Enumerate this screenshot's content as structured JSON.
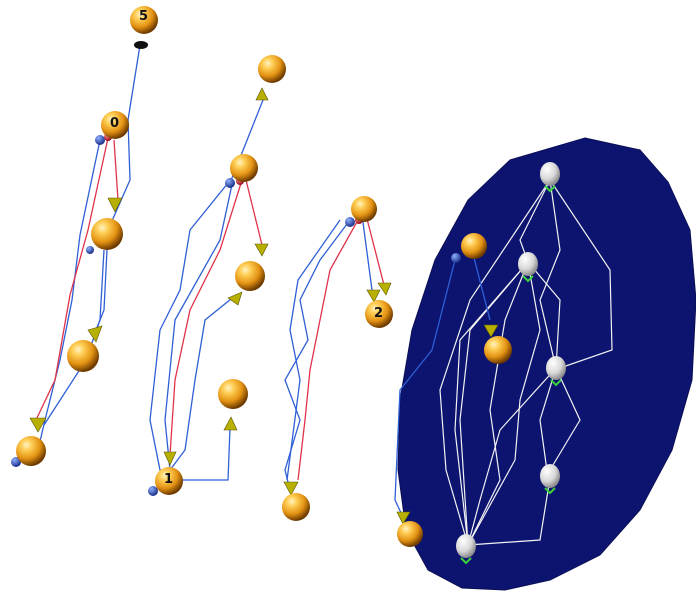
{
  "labels": {
    "node_5": "5",
    "node_0": "0",
    "node_1": "1",
    "node_2": "2"
  },
  "colors": {
    "sphere_light": "#ffe49a",
    "sphere_mid": "#f0a11e",
    "sphere_dark": "#7a4200",
    "blue_edge": "#2f5fd6",
    "red_edge": "#e0334a",
    "arrow_head": "#b7b000",
    "disc_fill": "#0d1470",
    "white_edge": "#f2f2f2",
    "small_node": "#e6e6e6"
  },
  "icons": {
    "sphere": "sphere-node-icon",
    "arrow": "cone-arrowhead-icon",
    "disc": "disc-layer-icon"
  }
}
